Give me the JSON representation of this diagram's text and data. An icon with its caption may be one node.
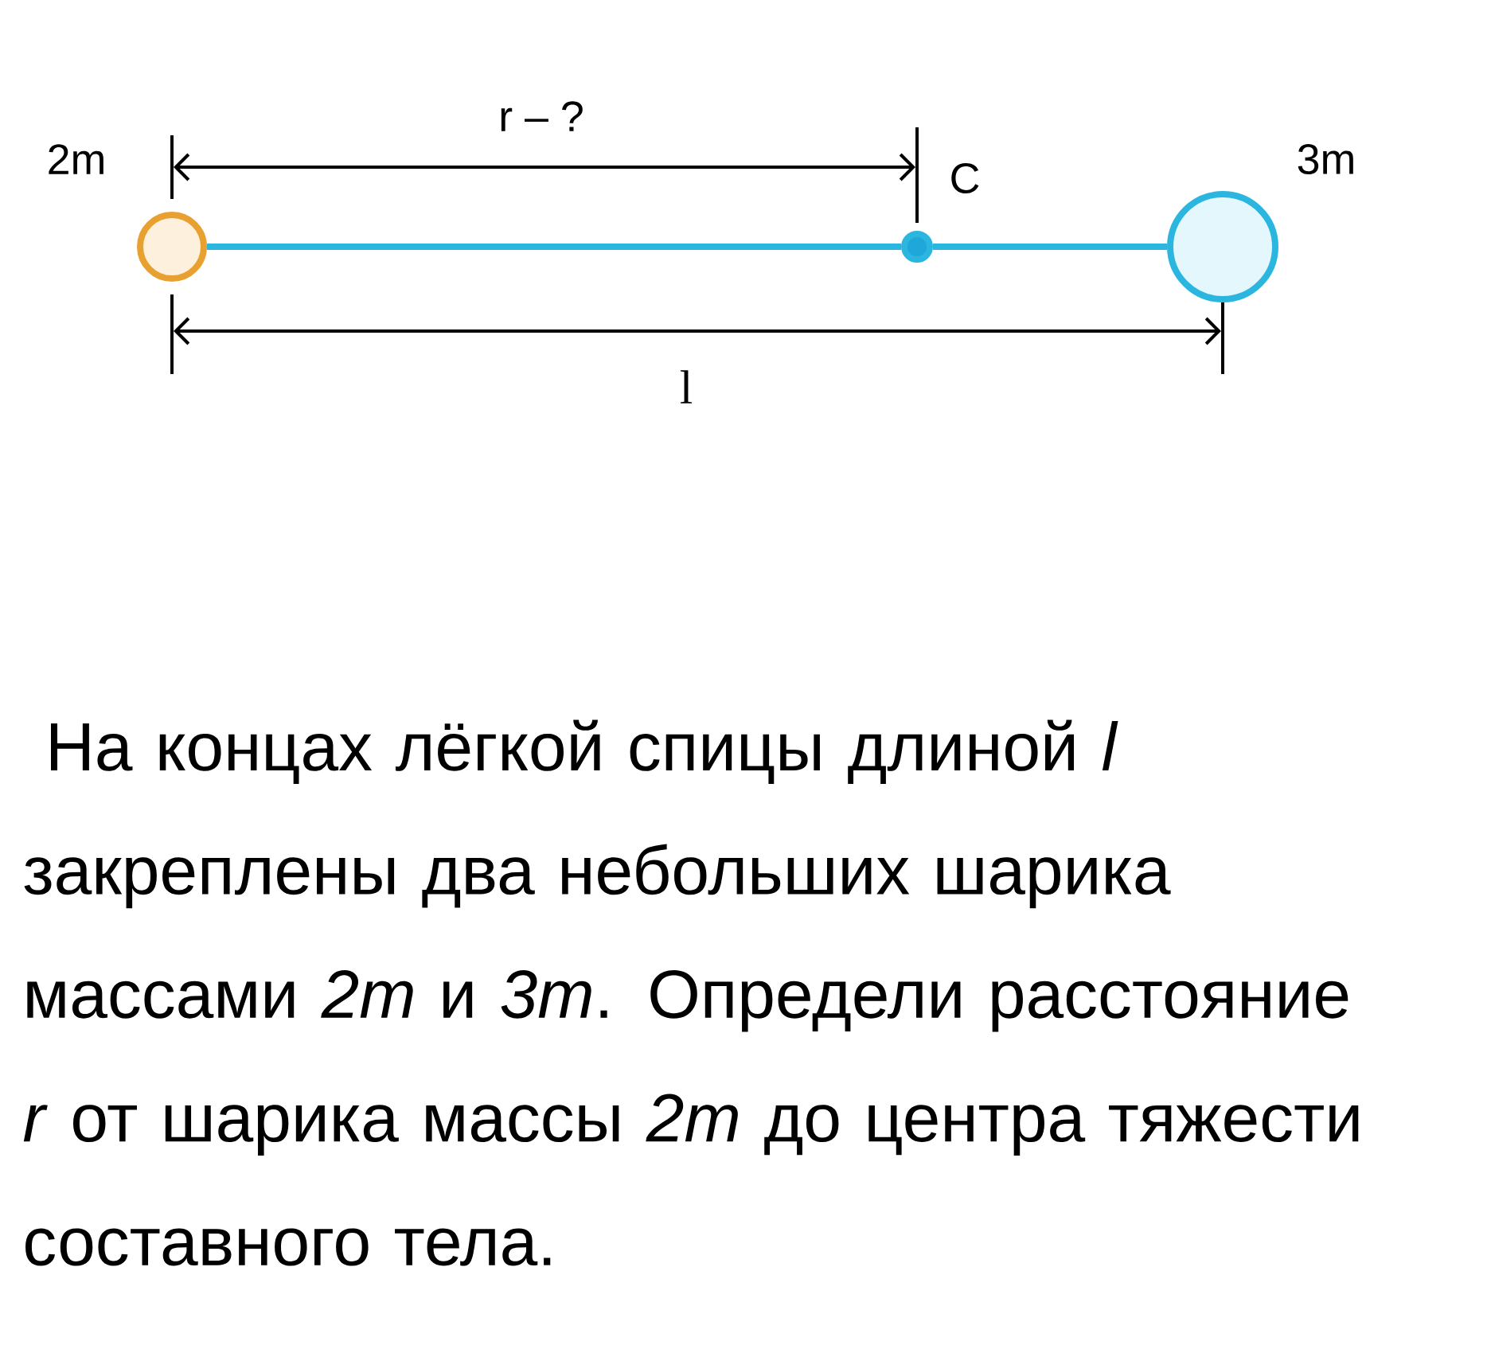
{
  "diagram": {
    "nodes": [
      {
        "text": [],
        "shape": "circle",
        "beside": [
          "2m"
        ]
      },
      {
        "text": [],
        "shape": "circle",
        "beside": [
          "C"
        ]
      },
      {
        "text": [],
        "shape": "circle",
        "beside": [
          "3m"
        ]
      }
    ],
    "edges": [
      {
        "from": 0,
        "to": 1,
        "arrow": "none"
      },
      {
        "from": 1,
        "to": 2,
        "arrow": "none"
      }
    ],
    "labels": [
      "r – ?",
      "l",
      "На концах лёгкой спицы длиной *l* закреплены два небольших шарика массами *2m* и *3m*. Определи расстояние *r* от шарика массы *2m* до центра тяжести составного тела."
    ]
  }
}
